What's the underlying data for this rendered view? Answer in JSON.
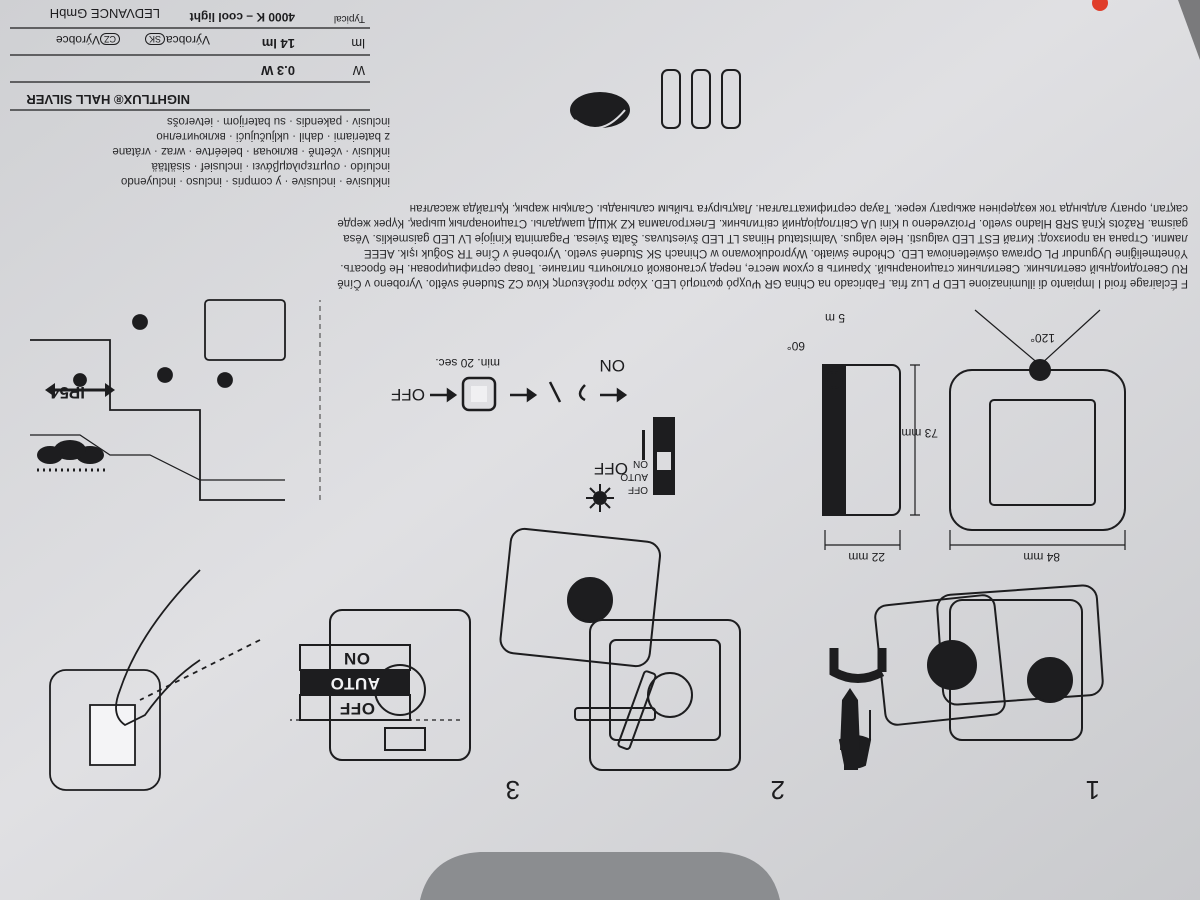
{
  "header": {
    "maker_company": "LEDVANCE GmbH",
    "maker_cz": "Výrobce",
    "maker_sk": "Výrobca",
    "lang_cz": "CZ",
    "lang_sk": "SK",
    "color_temp": "4000 K – cool light",
    "typical": "Typical"
  },
  "product_table": {
    "name": "NIGHTLUX® HALL SILVER",
    "rows": [
      {
        "unit": "W",
        "value": "0.3 W"
      },
      {
        "unit": "lm",
        "value": "14 lm"
      }
    ]
  },
  "batteries_note": [
    "inklusive · inclusive · y compris · incluso · incluyendo",
    "incluído · συμπεριλαμβάνει · inclusief · sisältää",
    "inklusiv · včetně · включая · beleértve · wraz · vrátane",
    "z bateriami · dahil · uključujući · включително",
    "inclusiv · pakendis · su baterijom · ietverošs"
  ],
  "languages_text": [
    "F Éclairage froid I Impianto di illuminazione LED P Luz fria. Fabricado na China GR Ψυχρό φωτισμό LED. Χώρα προέλευσης Κίνα CZ Studené světlo. Vyrobeno v Číně",
    "RU Светодиодный светильник. Светильник стационарный. Хранить в сухом месте, перед установкой отключить питание. Товар сертифицирован. Не бросать.",
    "Yönetmeliğine Uygundur PL Oprawa oświetleniowa LED. Chłodne światło. Wyprodukowano w Chinach SK Studené svetlo. Vyrobené v Číne TR Soğuk ışık. AEEE",
    "лампи. Страна на произход: Китай EST LED valgusti. Hele valgus. Valmistatud Hiinas LT LED šviestuvas. Šalta šviesa. Pagaminta Kinijoje LV LED gaismeklis. Vēsa",
    "gaisma. Ražots Ķīnā SRB Hladno svetlo. Proizvedeno u Kini UA Світлодіодний світильник. Електролампа KZ ЖШД шамдалы. Стационарлық шырақ. Күрек жерде",
    "сақтап, орнату алдында ток көздерінен ажырату керек. Тауар сертификатталған. Лақтыруға тыйым салынады. Салқын жарық. Қытайда жасалған"
  ],
  "dimensions": {
    "width": "84 mm",
    "depth": "22 mm",
    "height": "73 mm",
    "angle_h": "120°",
    "angle_v": "60°",
    "range": "5 m"
  },
  "modes": {
    "off": "OFF",
    "auto": "AUTO",
    "on": "ON",
    "min_time": "min. 20 sec.",
    "rating": "IP54"
  },
  "steps": [
    "1",
    "2",
    "3"
  ],
  "colors": {
    "paper": "#dcdcdf",
    "ink": "#1d1d1f",
    "shadow": "#8a8a8c"
  }
}
